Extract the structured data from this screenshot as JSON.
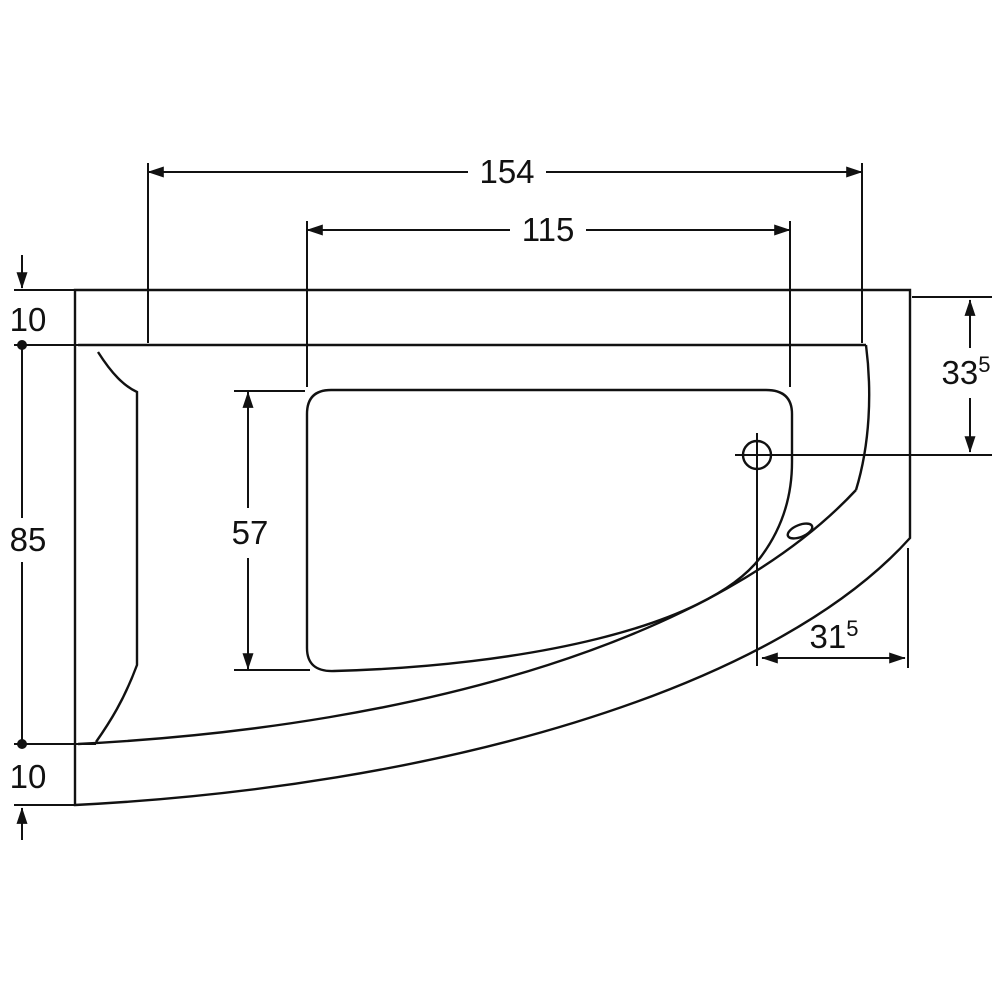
{
  "drawing": {
    "type": "technical-dimension-drawing",
    "subject": "asymmetric corner bathtub, top view",
    "line_color": "#111111",
    "background": "#ffffff",
    "dimensions": {
      "overall_length": "154",
      "basin_length": "115",
      "rim_width_top": "10",
      "inner_width": "85",
      "rim_width_bottom": "10",
      "basin_width": "57",
      "drain_offset_top_main": "33",
      "drain_offset_top_sup": "5",
      "drain_offset_right_main": "31",
      "drain_offset_right_sup": "5"
    }
  }
}
